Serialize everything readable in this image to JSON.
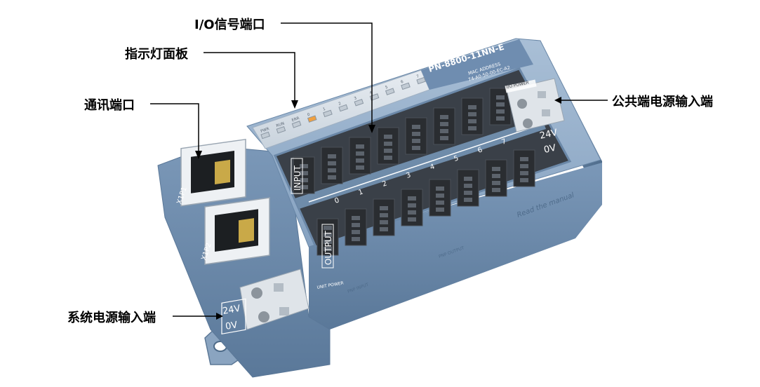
{
  "callouts": {
    "io_port": "I/O信号端口",
    "indicator_panel": "指示灯面板",
    "comm_port": "通讯端口",
    "common_power": "公共端电源输入端",
    "system_power": "系统电源输入端"
  },
  "device": {
    "model": "PN-8800-11NN-E",
    "mac_label": "MAC ADDRESS",
    "mac_value": "74-A0-50-00-EC-A2",
    "leds": [
      "PWR",
      "RUN",
      "ERR",
      "0",
      "1",
      "2",
      "3",
      "4",
      "5",
      "6",
      "7"
    ],
    "input_label": "INPUT",
    "output_label": "OUTPUT",
    "port1": "X1P1",
    "port2": "X1P2",
    "voltage_24v": "24V",
    "voltage_0v": "0V",
    "channel_numbers": [
      "0",
      "1",
      "2",
      "3",
      "4",
      "5",
      "6",
      "7"
    ],
    "side_text": "Read the manual",
    "unit_power_label": "UNIT POWER",
    "common_power_label": "I/O POWER",
    "pnp_input_label": "PNP INPUT",
    "pnp_output_label": "PNP OUTPUT"
  },
  "colors": {
    "body": "#7d9ab9",
    "body_dark": "#5f7d9d",
    "body_light": "#a7bdd4",
    "terminal": "#2a2d31",
    "rj45": "#e9ecef",
    "label_text": "#000000"
  }
}
